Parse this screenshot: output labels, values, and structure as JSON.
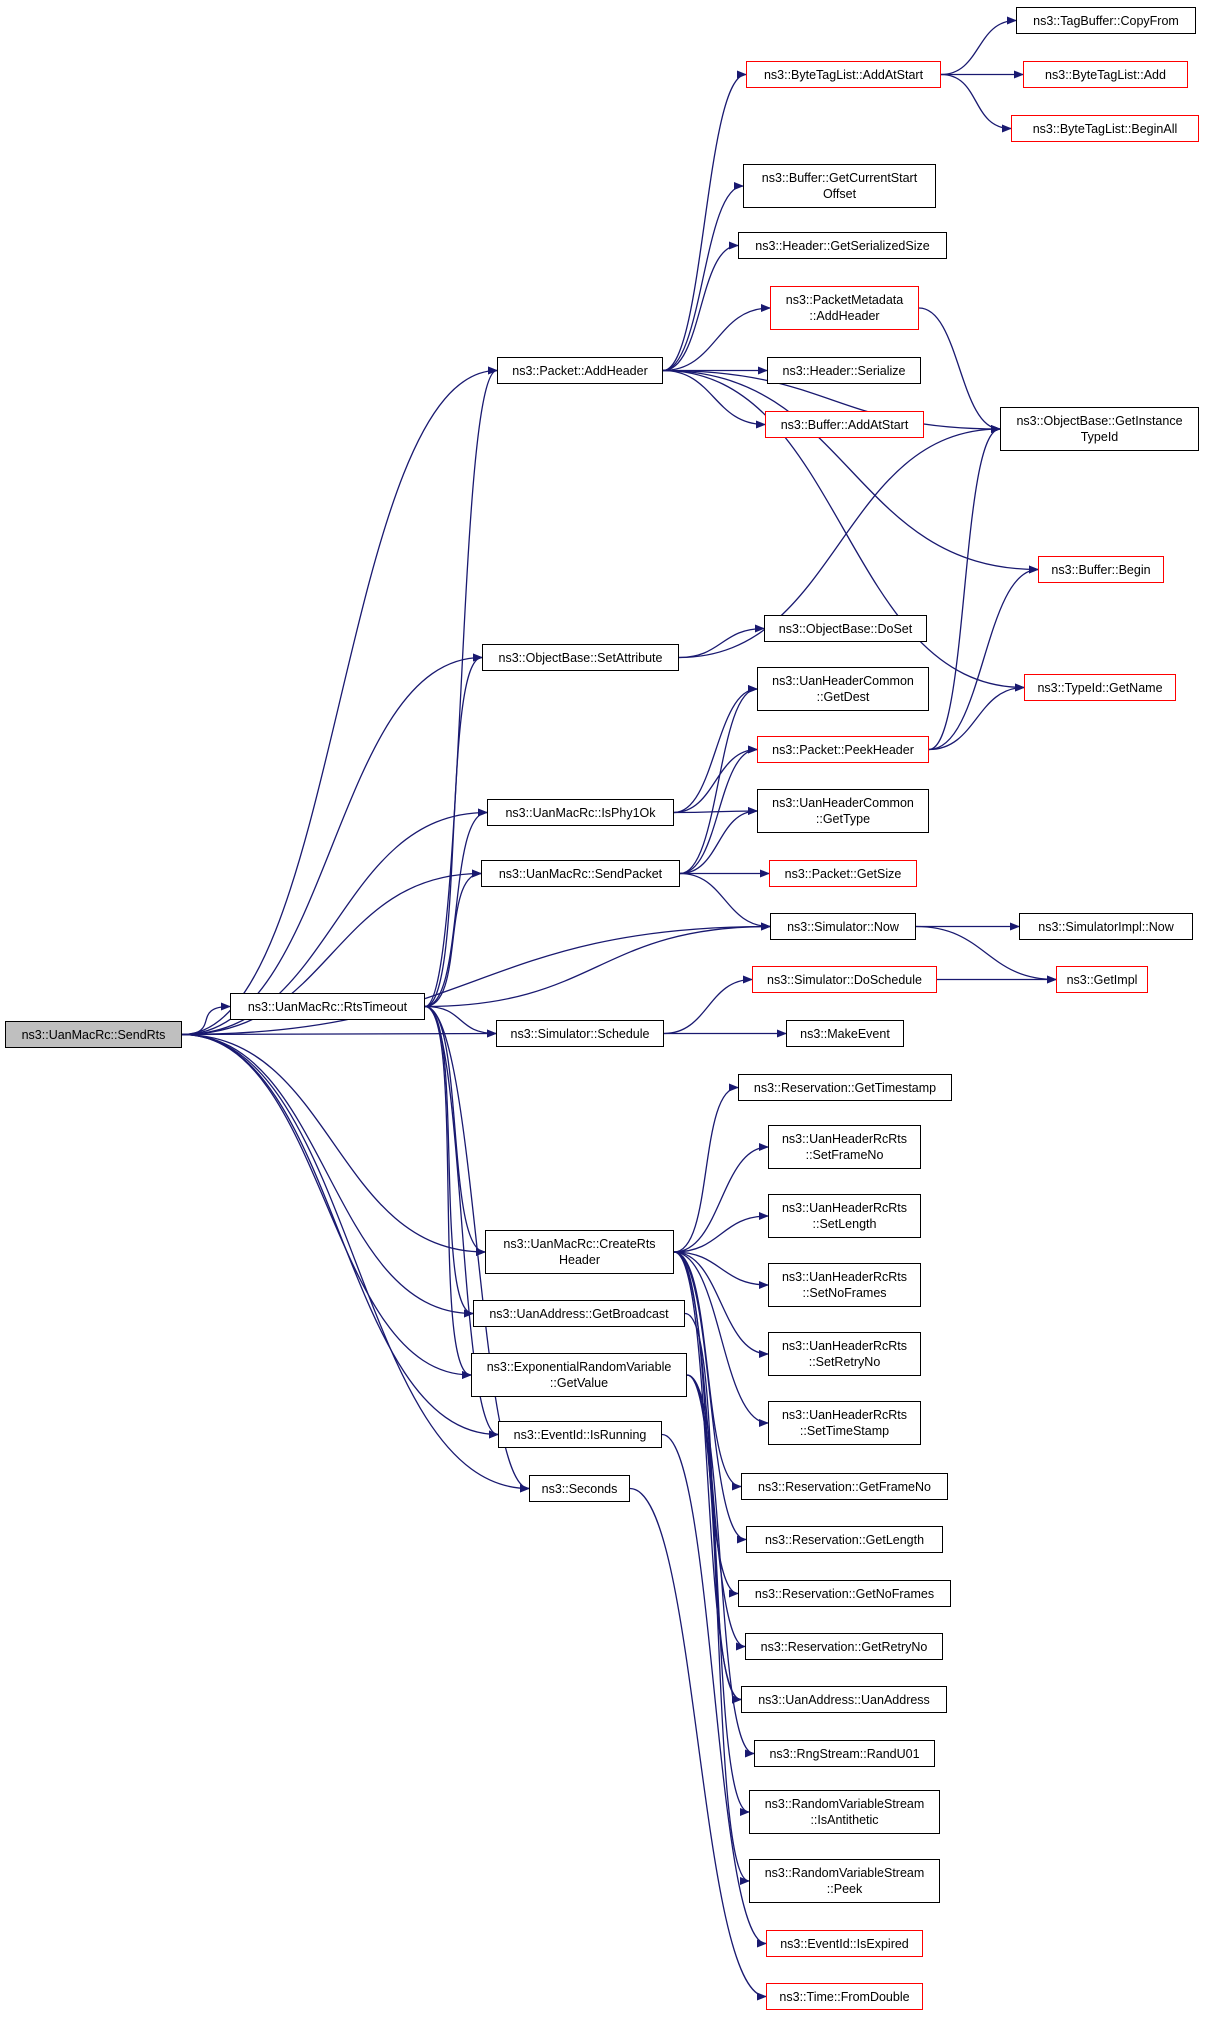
{
  "colors": {
    "edge": "#191970",
    "node_border": "#000000",
    "node_border_truncated": "#ff0000",
    "root_fill": "#bfbfbf",
    "background": "#ffffff"
  },
  "nodes": {
    "send_rts": {
      "lines": [
        "ns3::UanMacRc::SendRts"
      ],
      "style": "root"
    },
    "rts_timeout": {
      "lines": [
        "ns3::UanMacRc::RtsTimeout"
      ],
      "style": "normal"
    },
    "packet_add_header": {
      "lines": [
        "ns3::Packet::AddHeader"
      ],
      "style": "normal"
    },
    "object_set_attribute": {
      "lines": [
        "ns3::ObjectBase::SetAttribute"
      ],
      "style": "normal"
    },
    "is_phy1_ok": {
      "lines": [
        "ns3::UanMacRc::IsPhy1Ok"
      ],
      "style": "normal"
    },
    "send_packet": {
      "lines": [
        "ns3::UanMacRc::SendPacket"
      ],
      "style": "normal"
    },
    "sim_schedule": {
      "lines": [
        "ns3::Simulator::Schedule"
      ],
      "style": "normal"
    },
    "create_rts_header": {
      "lines": [
        "ns3::UanMacRc::CreateRts",
        "Header"
      ],
      "style": "normal"
    },
    "get_broadcast": {
      "lines": [
        "ns3::UanAddress::GetBroadcast"
      ],
      "style": "normal"
    },
    "exp_get_value": {
      "lines": [
        "ns3::ExponentialRandomVariable",
        "::GetValue"
      ],
      "style": "normal"
    },
    "eventid_is_running": {
      "lines": [
        "ns3::EventId::IsRunning"
      ],
      "style": "normal"
    },
    "seconds": {
      "lines": [
        "ns3::Seconds"
      ],
      "style": "normal"
    },
    "tagbuffer_copy_from": {
      "lines": [
        "ns3::TagBuffer::CopyFrom"
      ],
      "style": "normal"
    },
    "bytetaglist_add_at_start": {
      "lines": [
        "ns3::ByteTagList::AddAtStart"
      ],
      "style": "truncated"
    },
    "bytetaglist_add": {
      "lines": [
        "ns3::ByteTagList::Add"
      ],
      "style": "truncated"
    },
    "bytetaglist_begin_all": {
      "lines": [
        "ns3::ByteTagList::BeginAll"
      ],
      "style": "truncated"
    },
    "buffer_get_current_start_offset": {
      "lines": [
        "ns3::Buffer::GetCurrentStart",
        "Offset"
      ],
      "style": "normal"
    },
    "header_get_serialized_size": {
      "lines": [
        "ns3::Header::GetSerializedSize"
      ],
      "style": "normal"
    },
    "packet_metadata_add_header": {
      "lines": [
        "ns3::PacketMetadata",
        "::AddHeader"
      ],
      "style": "truncated"
    },
    "header_serialize": {
      "lines": [
        "ns3::Header::Serialize"
      ],
      "style": "normal"
    },
    "buffer_add_at_start": {
      "lines": [
        "ns3::Buffer::AddAtStart"
      ],
      "style": "truncated"
    },
    "object_get_instance_typeid": {
      "lines": [
        "ns3::ObjectBase::GetInstance",
        "TypeId"
      ],
      "style": "normal"
    },
    "buffer_begin": {
      "lines": [
        "ns3::Buffer::Begin"
      ],
      "style": "truncated"
    },
    "object_do_set": {
      "lines": [
        "ns3::ObjectBase::DoSet"
      ],
      "style": "normal"
    },
    "typeid_get_name": {
      "lines": [
        "ns3::TypeId::GetName"
      ],
      "style": "truncated"
    },
    "uan_header_common_get_dest": {
      "lines": [
        "ns3::UanHeaderCommon",
        "::GetDest"
      ],
      "style": "normal"
    },
    "packet_peek_header": {
      "lines": [
        "ns3::Packet::PeekHeader"
      ],
      "style": "truncated"
    },
    "uan_header_common_get_type": {
      "lines": [
        "ns3::UanHeaderCommon",
        "::GetType"
      ],
      "style": "normal"
    },
    "packet_get_size": {
      "lines": [
        "ns3::Packet::GetSize"
      ],
      "style": "truncated"
    },
    "simulator_now": {
      "lines": [
        "ns3::Simulator::Now"
      ],
      "style": "normal"
    },
    "simulator_impl_now": {
      "lines": [
        "ns3::SimulatorImpl::Now"
      ],
      "style": "normal"
    },
    "simulator_do_schedule": {
      "lines": [
        "ns3::Simulator::DoSchedule"
      ],
      "style": "truncated"
    },
    "get_impl": {
      "lines": [
        "ns3::GetImpl"
      ],
      "style": "truncated"
    },
    "make_event": {
      "lines": [
        "ns3::MakeEvent"
      ],
      "style": "normal"
    },
    "reservation_get_timestamp": {
      "lines": [
        "ns3::Reservation::GetTimestamp"
      ],
      "style": "normal"
    },
    "rcrts_set_frame_no": {
      "lines": [
        "ns3::UanHeaderRcRts",
        "::SetFrameNo"
      ],
      "style": "normal"
    },
    "rcrts_set_length": {
      "lines": [
        "ns3::UanHeaderRcRts",
        "::SetLength"
      ],
      "style": "normal"
    },
    "rcrts_set_no_frames": {
      "lines": [
        "ns3::UanHeaderRcRts",
        "::SetNoFrames"
      ],
      "style": "normal"
    },
    "rcrts_set_retry_no": {
      "lines": [
        "ns3::UanHeaderRcRts",
        "::SetRetryNo"
      ],
      "style": "normal"
    },
    "rcrts_set_timestamp": {
      "lines": [
        "ns3::UanHeaderRcRts",
        "::SetTimeStamp"
      ],
      "style": "normal"
    },
    "reservation_get_frame_no": {
      "lines": [
        "ns3::Reservation::GetFrameNo"
      ],
      "style": "normal"
    },
    "reservation_get_length": {
      "lines": [
        "ns3::Reservation::GetLength"
      ],
      "style": "normal"
    },
    "reservation_get_no_frames": {
      "lines": [
        "ns3::Reservation::GetNoFrames"
      ],
      "style": "normal"
    },
    "reservation_get_retry_no": {
      "lines": [
        "ns3::Reservation::GetRetryNo"
      ],
      "style": "normal"
    },
    "uan_address_ctor": {
      "lines": [
        "ns3::UanAddress::UanAddress"
      ],
      "style": "normal"
    },
    "rngstream_rand_u01": {
      "lines": [
        "ns3::RngStream::RandU01"
      ],
      "style": "normal"
    },
    "rvs_is_antithetic": {
      "lines": [
        "ns3::RandomVariableStream",
        "::IsAntithetic"
      ],
      "style": "normal"
    },
    "rvs_peek": {
      "lines": [
        "ns3::RandomVariableStream",
        "::Peek"
      ],
      "style": "normal"
    },
    "eventid_is_expired": {
      "lines": [
        "ns3::EventId::IsExpired"
      ],
      "style": "truncated"
    },
    "time_from_double": {
      "lines": [
        "ns3::Time::FromDouble"
      ],
      "style": "truncated"
    }
  },
  "edges": [
    [
      "send_rts",
      "packet_add_header"
    ],
    [
      "send_rts",
      "object_set_attribute"
    ],
    [
      "send_rts",
      "is_phy1_ok"
    ],
    [
      "send_rts",
      "send_packet"
    ],
    [
      "send_rts",
      "simulator_now"
    ],
    [
      "send_rts",
      "rts_timeout"
    ],
    [
      "send_rts",
      "sim_schedule"
    ],
    [
      "send_rts",
      "create_rts_header"
    ],
    [
      "send_rts",
      "get_broadcast"
    ],
    [
      "send_rts",
      "exp_get_value"
    ],
    [
      "send_rts",
      "eventid_is_running"
    ],
    [
      "send_rts",
      "seconds"
    ],
    [
      "rts_timeout",
      "packet_add_header"
    ],
    [
      "rts_timeout",
      "object_set_attribute"
    ],
    [
      "rts_timeout",
      "is_phy1_ok"
    ],
    [
      "rts_timeout",
      "send_packet"
    ],
    [
      "rts_timeout",
      "simulator_now"
    ],
    [
      "rts_timeout",
      "sim_schedule"
    ],
    [
      "rts_timeout",
      "create_rts_header"
    ],
    [
      "rts_timeout",
      "get_broadcast"
    ],
    [
      "rts_timeout",
      "exp_get_value"
    ],
    [
      "rts_timeout",
      "eventid_is_running"
    ],
    [
      "rts_timeout",
      "seconds"
    ],
    [
      "packet_add_header",
      "bytetaglist_add_at_start"
    ],
    [
      "packet_add_header",
      "object_get_instance_typeid"
    ],
    [
      "packet_add_header",
      "buffer_get_current_start_offset"
    ],
    [
      "packet_add_header",
      "header_get_serialized_size"
    ],
    [
      "packet_add_header",
      "packet_metadata_add_header"
    ],
    [
      "packet_add_header",
      "header_serialize"
    ],
    [
      "packet_add_header",
      "buffer_add_at_start"
    ],
    [
      "packet_add_header",
      "buffer_begin"
    ],
    [
      "packet_add_header",
      "typeid_get_name"
    ],
    [
      "bytetaglist_add_at_start",
      "tagbuffer_copy_from"
    ],
    [
      "bytetaglist_add_at_start",
      "bytetaglist_add"
    ],
    [
      "bytetaglist_add_at_start",
      "bytetaglist_begin_all"
    ],
    [
      "packet_metadata_add_header",
      "object_get_instance_typeid"
    ],
    [
      "object_set_attribute",
      "object_get_instance_typeid"
    ],
    [
      "object_set_attribute",
      "object_do_set"
    ],
    [
      "is_phy1_ok",
      "uan_header_common_get_dest"
    ],
    [
      "is_phy1_ok",
      "packet_peek_header"
    ],
    [
      "is_phy1_ok",
      "uan_header_common_get_type"
    ],
    [
      "send_packet",
      "uan_header_common_get_dest"
    ],
    [
      "send_packet",
      "packet_peek_header"
    ],
    [
      "send_packet",
      "uan_header_common_get_type"
    ],
    [
      "send_packet",
      "packet_get_size"
    ],
    [
      "send_packet",
      "simulator_now"
    ],
    [
      "packet_peek_header",
      "object_get_instance_typeid"
    ],
    [
      "packet_peek_header",
      "buffer_begin"
    ],
    [
      "packet_peek_header",
      "typeid_get_name"
    ],
    [
      "simulator_now",
      "simulator_impl_now"
    ],
    [
      "simulator_now",
      "get_impl"
    ],
    [
      "sim_schedule",
      "simulator_do_schedule"
    ],
    [
      "sim_schedule",
      "make_event"
    ],
    [
      "simulator_do_schedule",
      "get_impl"
    ],
    [
      "create_rts_header",
      "reservation_get_timestamp"
    ],
    [
      "create_rts_header",
      "rcrts_set_frame_no"
    ],
    [
      "create_rts_header",
      "rcrts_set_length"
    ],
    [
      "create_rts_header",
      "rcrts_set_no_frames"
    ],
    [
      "create_rts_header",
      "rcrts_set_retry_no"
    ],
    [
      "create_rts_header",
      "rcrts_set_timestamp"
    ],
    [
      "create_rts_header",
      "reservation_get_frame_no"
    ],
    [
      "create_rts_header",
      "reservation_get_length"
    ],
    [
      "create_rts_header",
      "reservation_get_no_frames"
    ],
    [
      "create_rts_header",
      "reservation_get_retry_no"
    ],
    [
      "create_rts_header",
      "uan_address_ctor"
    ],
    [
      "get_broadcast",
      "uan_address_ctor"
    ],
    [
      "exp_get_value",
      "rngstream_rand_u01"
    ],
    [
      "exp_get_value",
      "rvs_is_antithetic"
    ],
    [
      "exp_get_value",
      "rvs_peek"
    ],
    [
      "eventid_is_running",
      "eventid_is_expired"
    ],
    [
      "seconds",
      "time_from_double"
    ]
  ]
}
